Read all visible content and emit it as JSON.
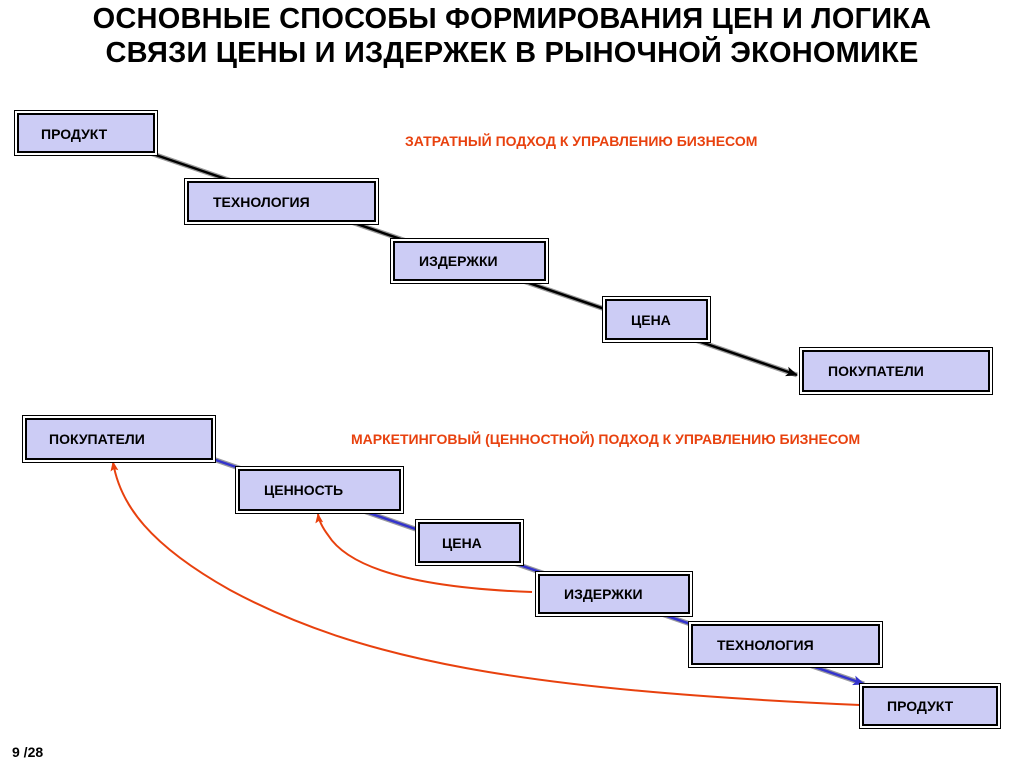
{
  "title": {
    "line1": "ОСНОВНЫЕ СПОСОБЫ ФОРМИРОВАНИЯ ЦЕН И ЛОГИКА",
    "line2": "СВЯЗИ ЦЕНЫ И ИЗДЕРЖЕК В РЫНОЧНОЙ ЭКОНОМИКЕ"
  },
  "cost_approach": {
    "heading": "ЗАТРАТНЫЙ ПОДХОД К УПРАВЛЕНИЮ БИЗНЕСОМ",
    "steps": [
      "ПРОДУКТ",
      "ТЕХНОЛОГИЯ",
      "ИЗДЕРЖКИ",
      "ЦЕНА",
      "ПОКУПАТЕЛИ"
    ]
  },
  "marketing_approach": {
    "heading": "МАРКЕТИНГОВЫЙ (ЦЕННОСТНОЙ) ПОДХОД К УПРАВЛЕНИЮ БИЗНЕСОМ",
    "steps": [
      "ПОКУПАТЕЛИ",
      "ЦЕННОСТЬ",
      "ЦЕНА",
      "ИЗДЕРЖКИ",
      "ТЕХНОЛОГИЯ",
      "ПРОДУКТ"
    ]
  },
  "colors": {
    "box_fill": "#ccccf5",
    "cost_connector": "#000000",
    "marketing_connector": "#3333cc",
    "feedback_arrow": "#e8410e",
    "heading_text": "#e8410e"
  },
  "page": {
    "number": "9 /28"
  }
}
